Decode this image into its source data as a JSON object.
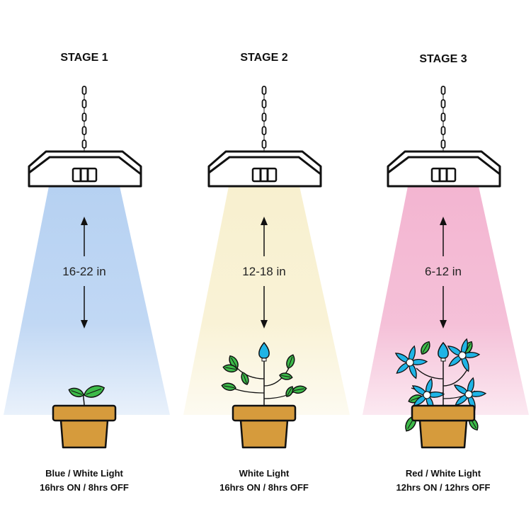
{
  "stages": [
    {
      "title": "STAGE 1",
      "distance": "16-22 in",
      "light": "Blue / White Light",
      "schedule": "16hrs ON / 8hrs OFF",
      "beam_color": "#b6d1f2",
      "plant": "seedling"
    },
    {
      "title": "STAGE 2",
      "distance": "12-18 in",
      "light": "White Light",
      "schedule": "16hrs ON / 8hrs OFF",
      "beam_color": "#f8f0cf",
      "plant": "vegetative"
    },
    {
      "title": "STAGE 3",
      "distance": "6-12 in",
      "light": "Red / White Light",
      "schedule": "12hrs ON / 12hrs OFF",
      "beam_color": "#f3b5d1",
      "plant": "flowering"
    }
  ],
  "colors": {
    "pot": "#d69b3c",
    "leaf": "#3dbb4a",
    "flower": "#1fb4e6",
    "outline": "#111111"
  }
}
